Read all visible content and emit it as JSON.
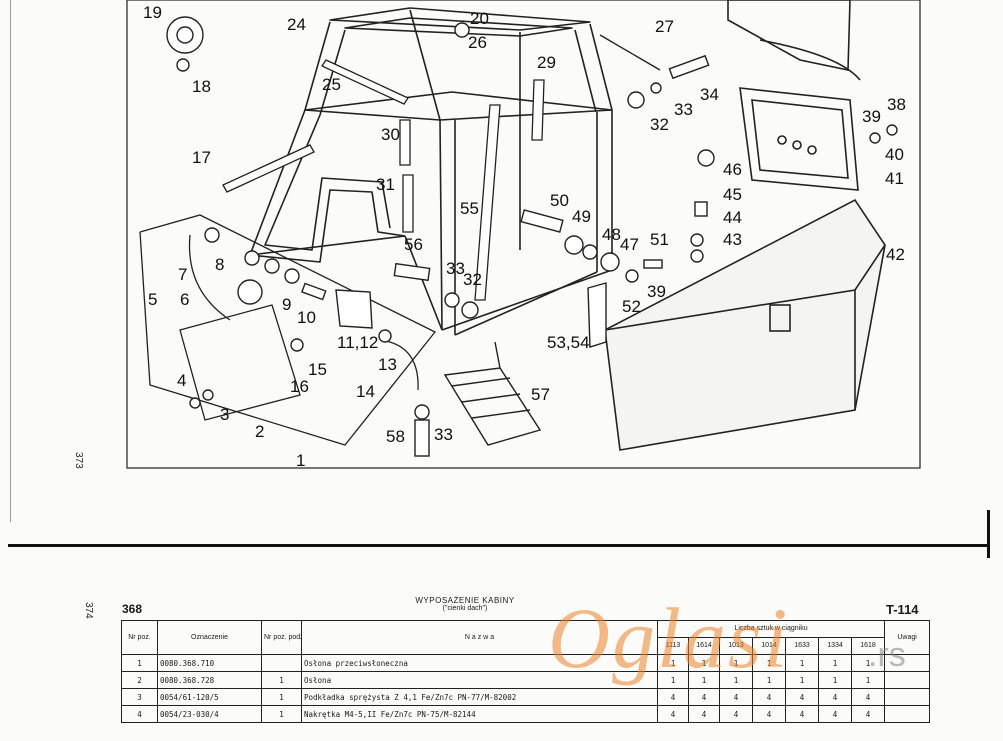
{
  "page_numbers": {
    "upper": "373",
    "lower": "374"
  },
  "callouts": [
    "19",
    "18",
    "24",
    "20",
    "26",
    "27",
    "25",
    "29",
    "34",
    "33",
    "32",
    "39",
    "38",
    "30",
    "40",
    "17",
    "46",
    "41",
    "31",
    "45",
    "44",
    "43",
    "50",
    "49",
    "48",
    "47",
    "51",
    "55",
    "56",
    "8",
    "7",
    "9",
    "33",
    "32",
    "39",
    "52",
    "42",
    "5",
    "6",
    "10",
    "11,12",
    "13",
    "53,54",
    "4",
    "15",
    "3",
    "16",
    "14",
    "2",
    "57",
    "58",
    "33",
    "1"
  ],
  "table": {
    "catalog_no": "368",
    "sheet_code": "T-114",
    "title": "WYPOSAŻENIE KABINY",
    "subtitle": "(\"cienki dach\")",
    "headers": {
      "nr_pos": "Nr poz.",
      "designation": "Oznaczenie",
      "nr_sub": "Nr poz. podzespołu",
      "name": "N a z w a",
      "qty_group": "Liczba sztuk w ciągniku",
      "remarks": "Uwagi"
    },
    "qty_columns": [
      "1113",
      "1614",
      "1013",
      "1014",
      "1633",
      "1334",
      "1618"
    ],
    "rows": [
      {
        "pos": "1",
        "code": "0080.368.710",
        "sub": "",
        "name": "Osłona przeciwsłoneczna",
        "qty": [
          "1",
          "1",
          "1",
          "1",
          "1",
          "1",
          "1"
        ]
      },
      {
        "pos": "2",
        "code": "0080.368.728",
        "sub": "1",
        "name": "Osłona",
        "qty": [
          "1",
          "1",
          "1",
          "1",
          "1",
          "1",
          "1"
        ]
      },
      {
        "pos": "3",
        "code": "0054/61-120/5",
        "sub": "1",
        "name": "Podkładka sprężysta Z 4,1  Fe/Zn7c  PN-77/M-82002",
        "qty": [
          "4",
          "4",
          "4",
          "4",
          "4",
          "4",
          "4"
        ]
      },
      {
        "pos": "4",
        "code": "0054/23-030/4",
        "sub": "1",
        "name": "Nakrętka M4-5,II  Fe/Zn7c  PN-75/M-82144",
        "qty": [
          "4",
          "4",
          "4",
          "4",
          "4",
          "4",
          "4"
        ]
      }
    ]
  },
  "watermark": {
    "text": "Oglasi",
    "suffix": ".rs"
  }
}
